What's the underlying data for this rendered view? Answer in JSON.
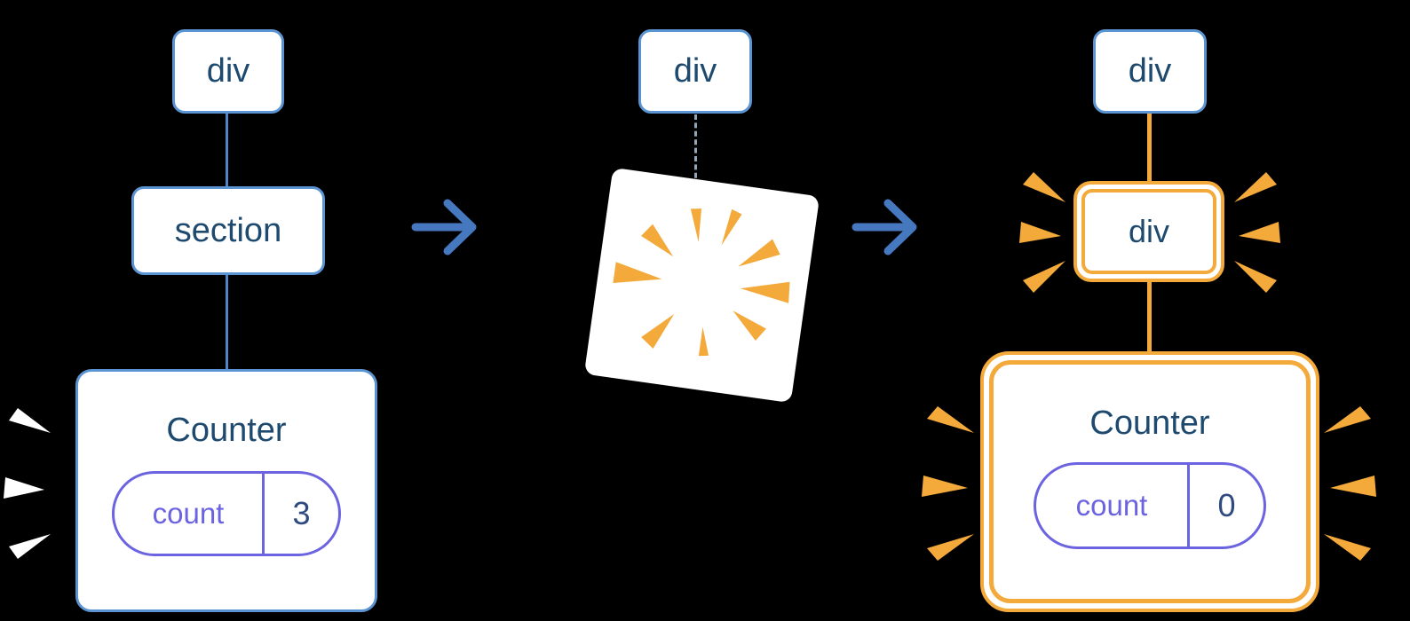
{
  "colors": {
    "background": "#000000",
    "box_border_blue": "#5b94d2",
    "connector_blue": "#4c86c8",
    "arrow_blue": "#4678c0",
    "text_dark": "#1d4a6e",
    "purple": "#6c63e0",
    "value_navy": "#2f4a80",
    "orange": "#f4a93b",
    "dashed_gray": "#93a5b8",
    "white": "#ffffff"
  },
  "icons": {
    "transition": "arrow-right-icon",
    "deletion_burst": "poof-burst-icon",
    "emphasis": "spark-icon"
  },
  "before_tree": {
    "root_label": "div",
    "child_label": "section",
    "component": {
      "title": "Counter",
      "state_key": "count",
      "state_value": "3"
    }
  },
  "deleted_tree": {
    "root_label": "div"
  },
  "after_tree": {
    "root_label": "div",
    "child_label": "div",
    "component": {
      "title": "Counter",
      "state_key": "count",
      "state_value": "0"
    }
  }
}
